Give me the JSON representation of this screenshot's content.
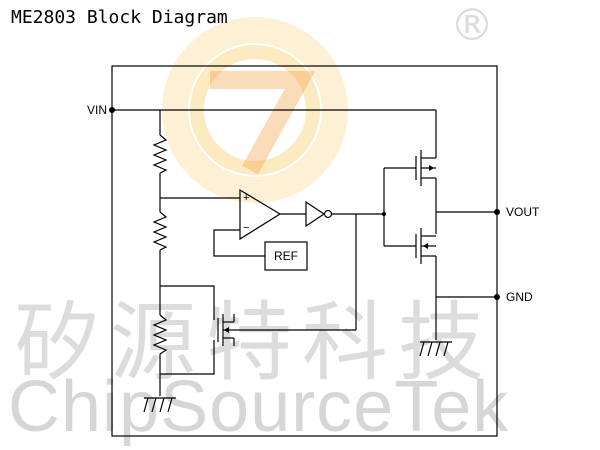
{
  "title": "ME2803 Block Diagram",
  "watermark": {
    "registered_mark": "®",
    "chinese": "矽源特科技",
    "english": "ChipSourceTek",
    "logo_colors": [
      "#f6c34a",
      "#f19a3c",
      "#fbe4b0"
    ]
  },
  "pins": {
    "vin": "VIN",
    "vout": "VOUT",
    "gnd": "GND"
  },
  "blocks": {
    "ref": "REF",
    "comparator_plus": "+",
    "comparator_minus": "−"
  },
  "colors": {
    "line": "#000000",
    "watermark_gray": "#dcdcdc"
  }
}
